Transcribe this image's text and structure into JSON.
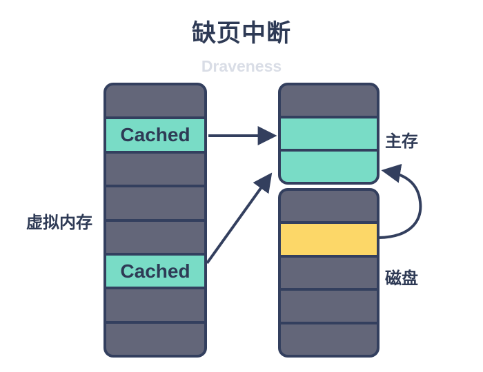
{
  "title": "缺页中断",
  "watermark": "Draveness",
  "colors": {
    "navy": "#333f5e",
    "text": "#2e3a55",
    "cell_gray": "#636679",
    "cell_teal": "#79dcc6",
    "cell_yellow": "#fcd768",
    "watermark": "#d9dde6",
    "background": "#ffffff"
  },
  "labels": {
    "virtual_memory": "虚拟内存",
    "main_memory": "主存",
    "disk": "磁盘"
  },
  "virtual_memory_column": {
    "cells": [
      {
        "type": "gray",
        "name": "vm-page"
      },
      {
        "type": "teal",
        "name": "vm-page-cached",
        "label": "Cached"
      },
      {
        "type": "gray",
        "name": "vm-page"
      },
      {
        "type": "gray",
        "name": "vm-page"
      },
      {
        "type": "gray",
        "name": "vm-page"
      },
      {
        "type": "teal",
        "name": "vm-page-cached",
        "label": "Cached"
      },
      {
        "type": "gray",
        "name": "vm-page"
      },
      {
        "type": "gray",
        "name": "vm-page"
      }
    ]
  },
  "main_memory_column": {
    "cells": [
      {
        "type": "gray",
        "name": "mm-frame"
      },
      {
        "type": "teal",
        "name": "mm-frame-cached"
      },
      {
        "type": "teal",
        "name": "mm-frame-cached"
      }
    ]
  },
  "disk_column": {
    "cells": [
      {
        "type": "gray",
        "name": "disk-block"
      },
      {
        "type": "yellow",
        "name": "disk-block-faulted-page"
      },
      {
        "type": "gray",
        "name": "disk-block"
      },
      {
        "type": "gray",
        "name": "disk-block"
      },
      {
        "type": "gray",
        "name": "disk-block"
      }
    ]
  },
  "arrows": [
    {
      "name": "cached-page-to-main-memory-arrow"
    },
    {
      "name": "cached-page-to-main-memory-diagonal-arrow"
    },
    {
      "name": "disk-to-main-memory-curved-arrow"
    }
  ]
}
